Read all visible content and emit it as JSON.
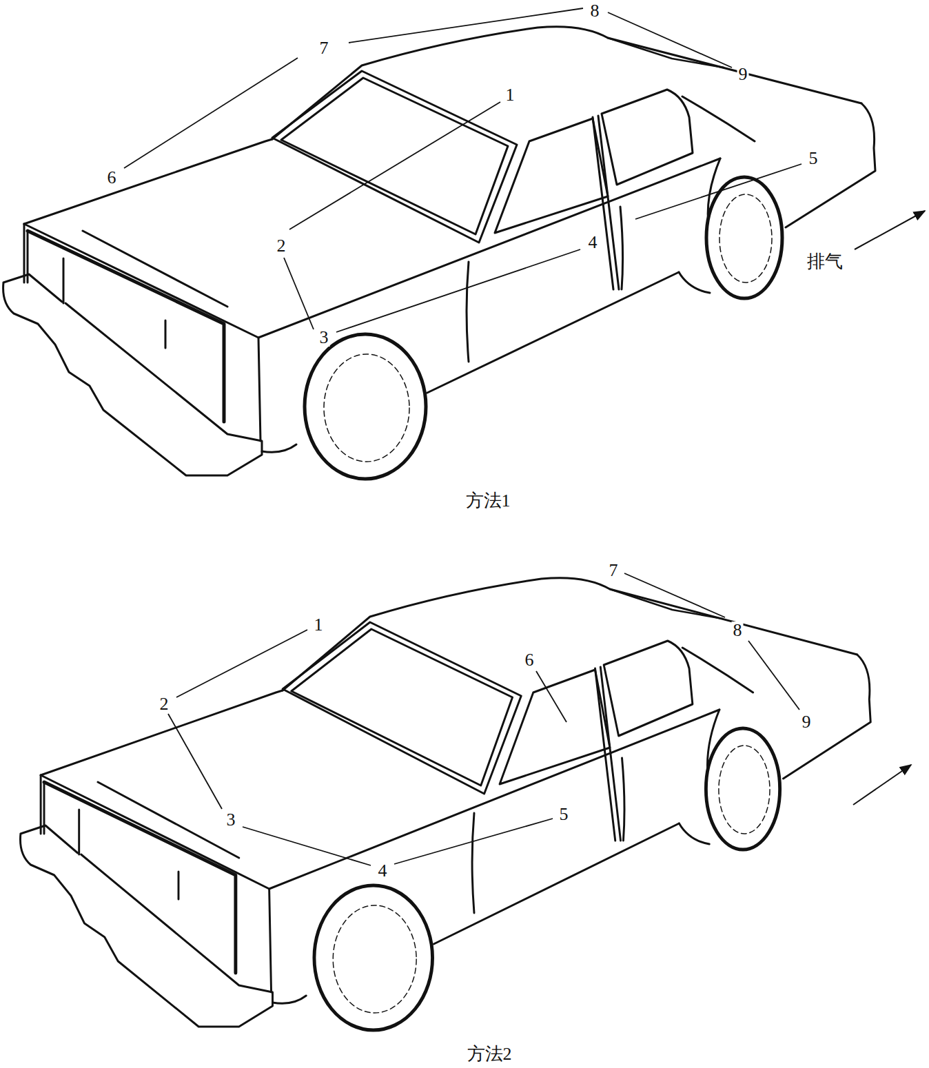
{
  "diagram": {
    "labels": [
      "8",
      "7",
      "9",
      "1",
      "5",
      "6",
      "2",
      "4",
      "3",
      "排气",
      "方法1",
      "7",
      "1",
      "8",
      "2",
      "6",
      "9",
      "3",
      "5",
      "4",
      "方法2"
    ]
  }
}
